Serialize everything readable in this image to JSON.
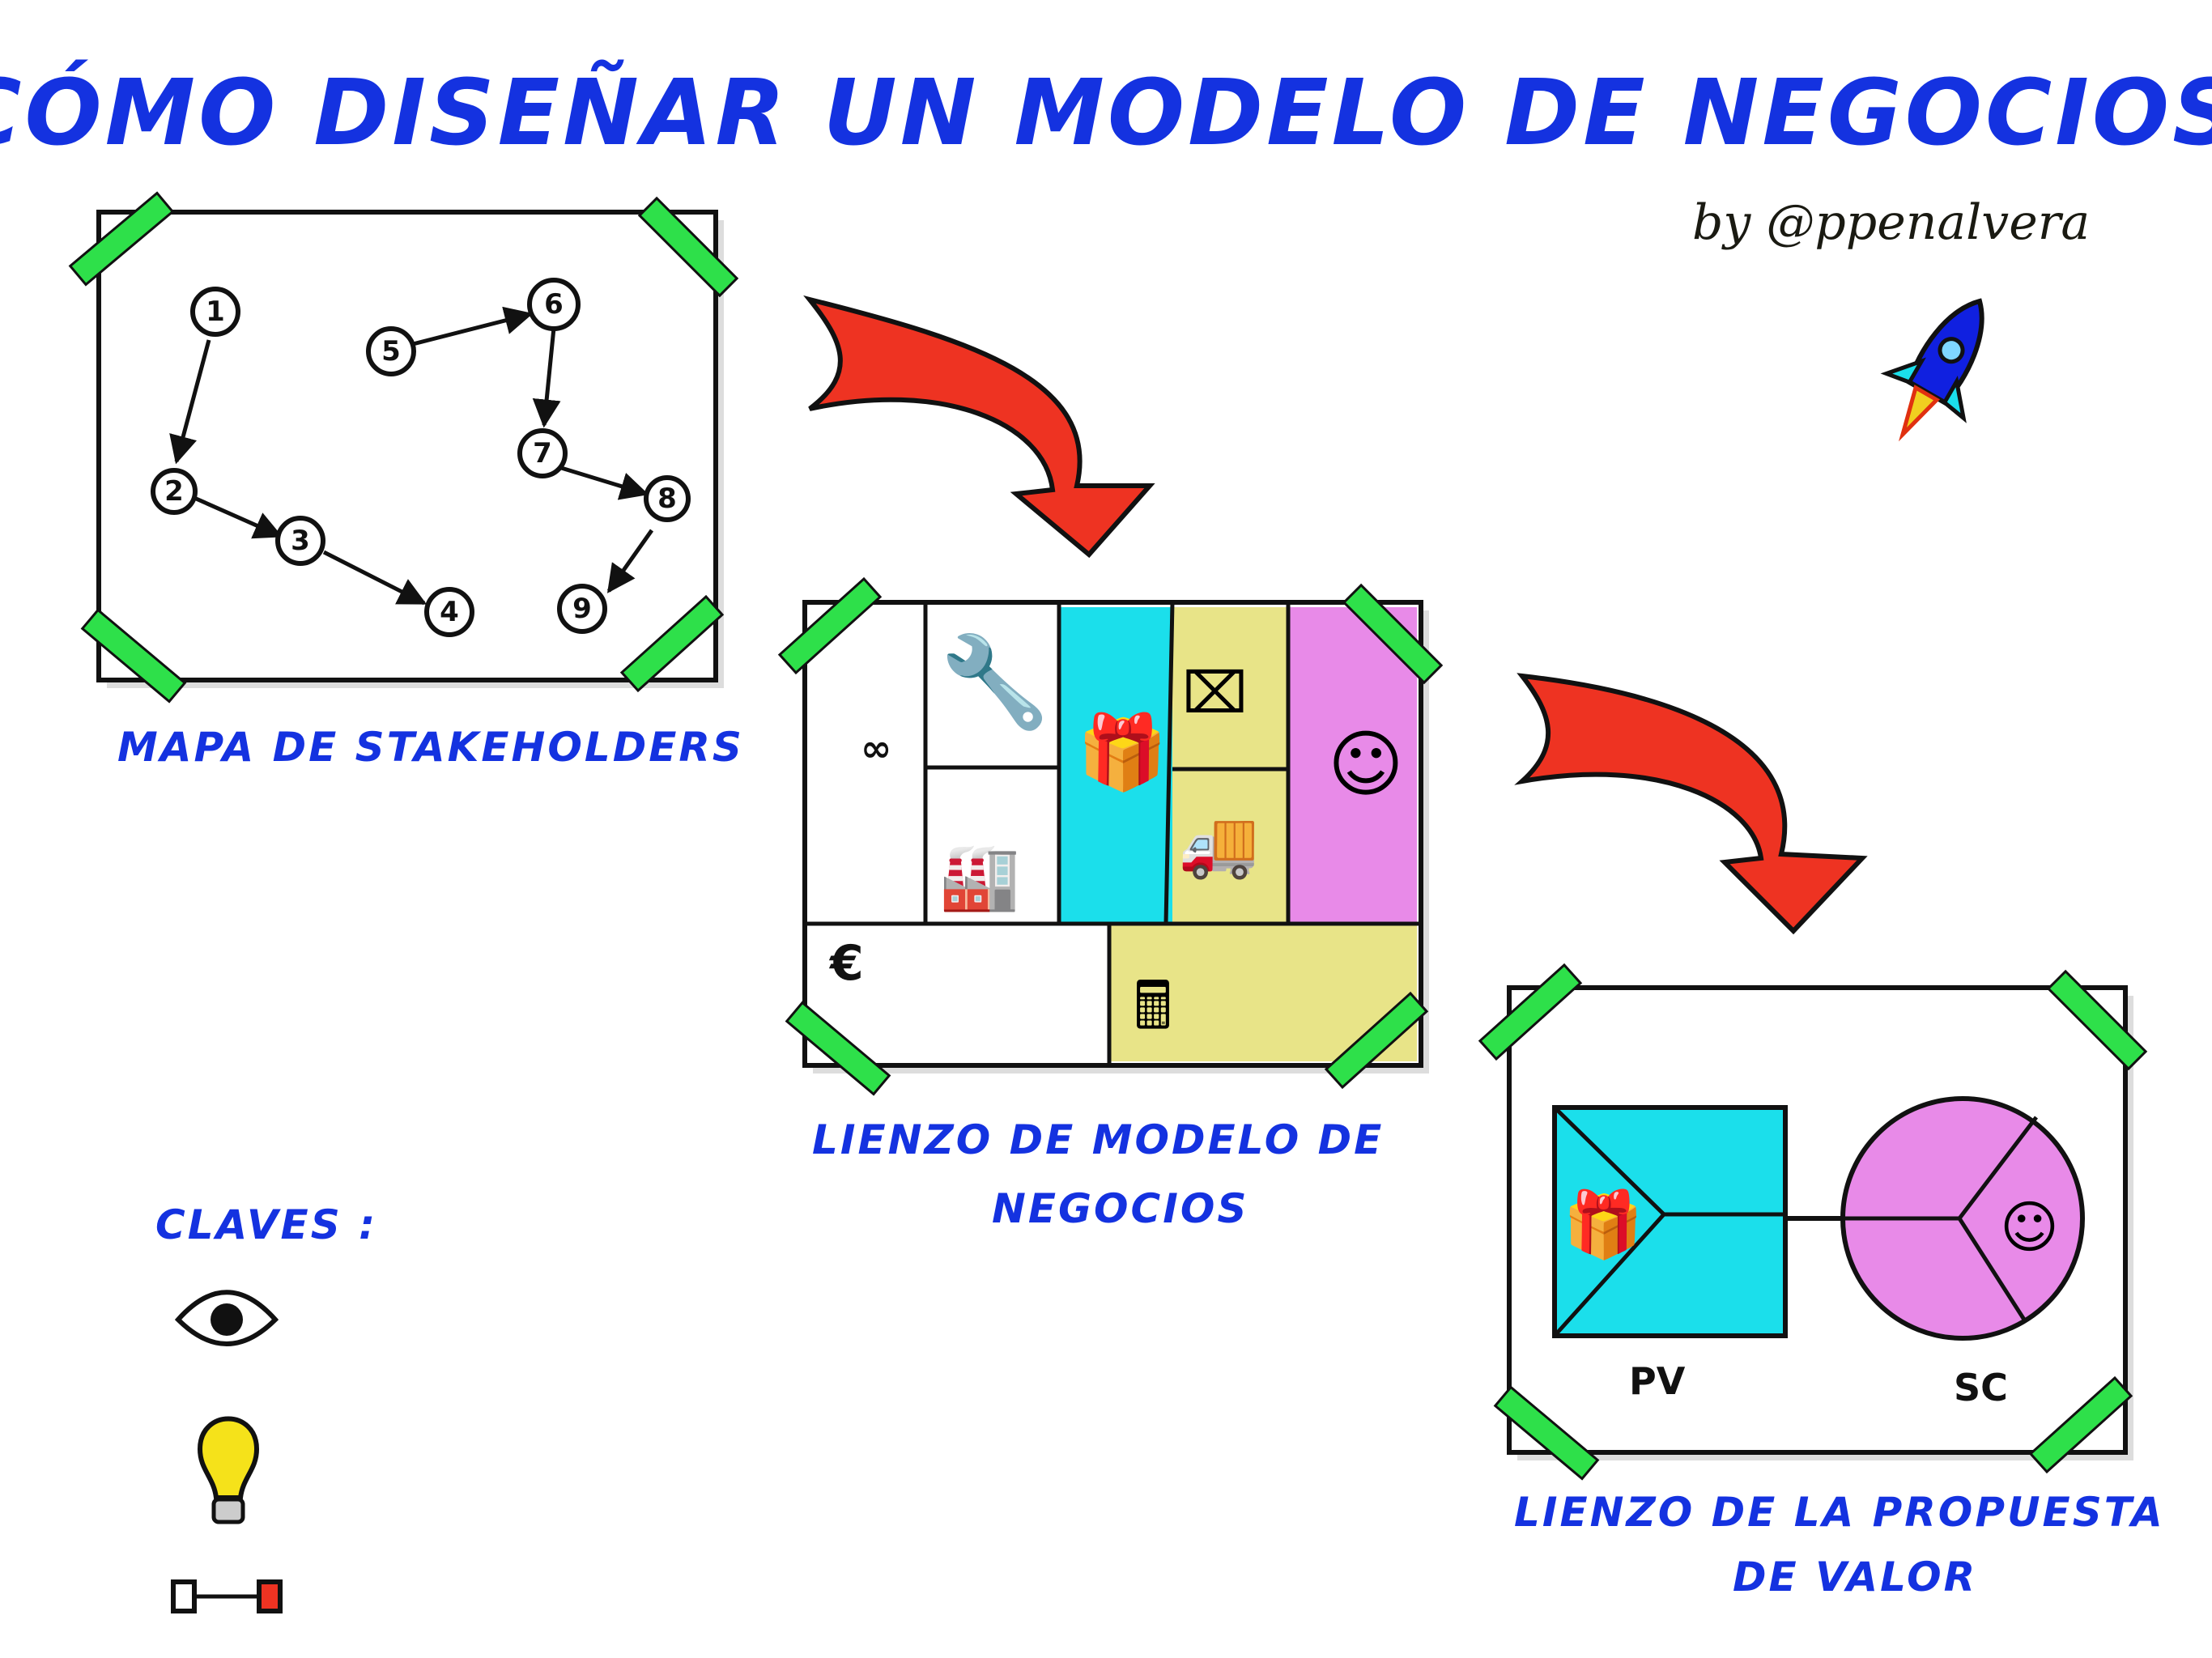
{
  "title": "CÓMO DISEÑAR UN MODELO DE NEGOCIOS",
  "author": "by @ppenalvera",
  "stakeholder_map": {
    "label": "MAPA DE STAKEHOLDERS",
    "nodes": [
      "1",
      "2",
      "3",
      "4",
      "5",
      "6",
      "7",
      "8",
      "9"
    ]
  },
  "business_model_canvas": {
    "label_line1": "LIENZO DE MODELO DE",
    "label_line2": "NEGOCIOS",
    "currency_symbol": "€",
    "colors": {
      "value": "#1bdfeb",
      "relations": "#e8e488",
      "segments": "#e88ae8",
      "revenue": "#e8e488"
    }
  },
  "value_proposition_canvas": {
    "label_line1": "LIENZO DE LA PROPUESTA",
    "label_line2": "DE VALOR",
    "pv_label": "PV",
    "sc_label": "SC"
  },
  "keys": {
    "title": "CLAVES :",
    "icons": [
      "eye-icon",
      "lightbulb-icon",
      "link-icon"
    ]
  },
  "colors": {
    "title": "#1432e0",
    "arrow": "#ee3322",
    "tape": "#2ee04a"
  }
}
